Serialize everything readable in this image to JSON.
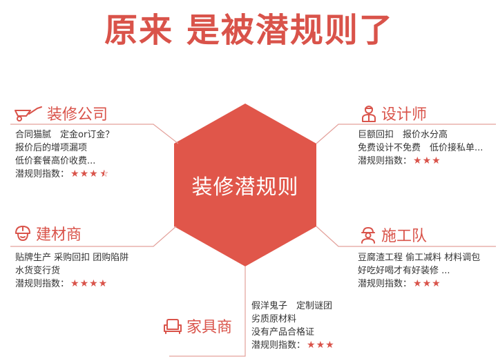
{
  "title": "原来 是被潜规则了",
  "center_label": "装修潜规则",
  "rating_prefix": "潜规则指数：",
  "colors": {
    "accent": "#d9534a",
    "line": "#e3a09a",
    "text": "#333333"
  },
  "sections": {
    "company": {
      "title": "装修公司",
      "icon": "wheelbarrow-icon",
      "lines": [
        "合同猫腻　定金or订金？",
        "报价后的增项漏项",
        "低价套餐高价收费..."
      ],
      "rating": "★★★",
      "rating_half": "☆"
    },
    "designer": {
      "title": "设计师",
      "icon": "designer-person-icon",
      "lines": [
        "巨额回扣　报价水分高",
        "免费设计不免费　低价接私单..."
      ],
      "rating": "★★★",
      "rating_half": ""
    },
    "materials": {
      "title": "建材商",
      "icon": "hardhat-icon",
      "lines": [
        "贴牌生产  采购回扣  团购陷阱",
        "水货变行货"
      ],
      "rating": "★★★★",
      "rating_half": ""
    },
    "crew": {
      "title": "施工队",
      "icon": "worker-icon",
      "lines": [
        "豆腐渣工程  偷工减料  材料调包",
        "好吃好喝才有好装修 ..."
      ],
      "rating": "★★★",
      "rating_half": ""
    },
    "furniture": {
      "title": "家具商",
      "icon": "sofa-icon",
      "lines": [
        "假洋鬼子　定制谜团",
        "劣质原材料",
        "没有产品合格证"
      ],
      "rating": "★★★",
      "rating_half": ""
    }
  }
}
